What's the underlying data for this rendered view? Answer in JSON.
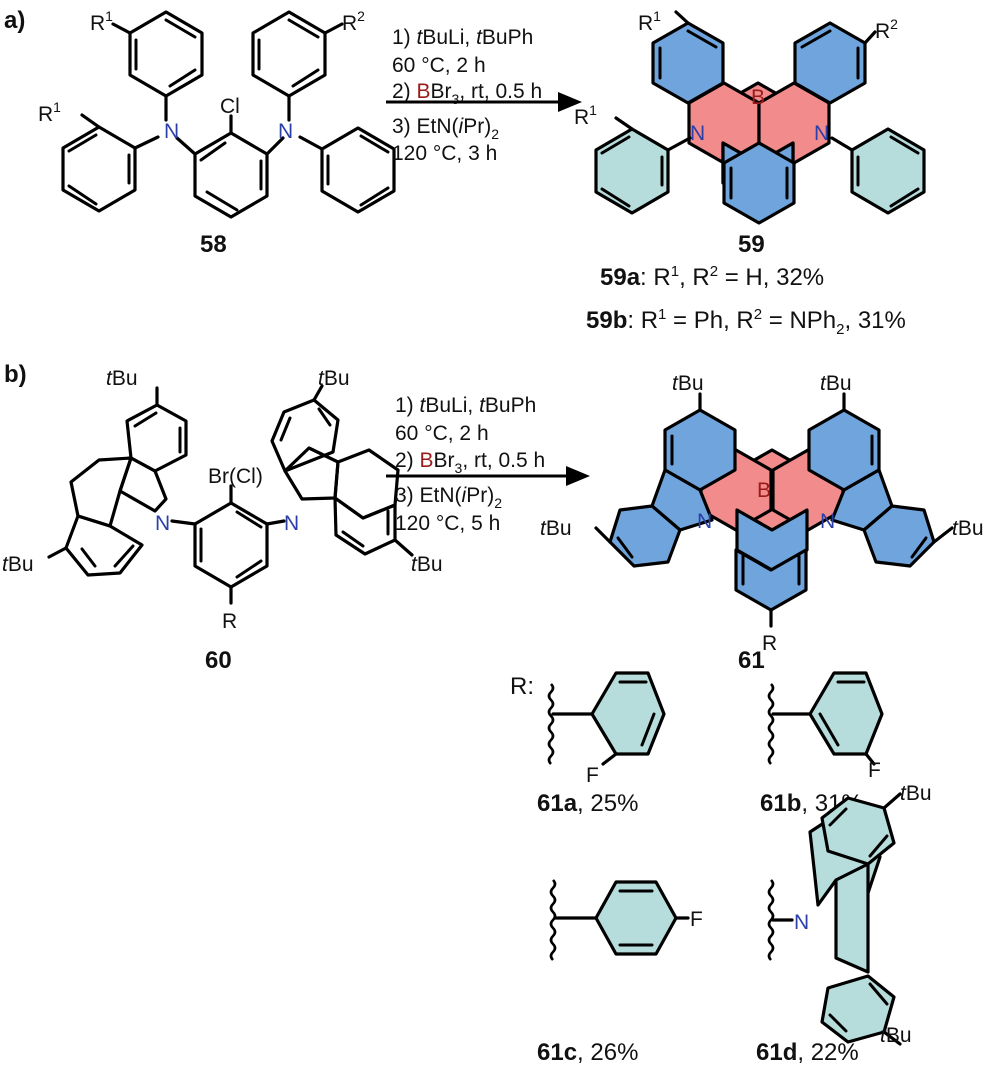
{
  "panel_a": {
    "label": "a)",
    "conditions": {
      "line1": "1) tBuLi, tBuPh",
      "line2": "60 °C, 2 h",
      "line3_prefix": "2) ",
      "line3_B": "B",
      "line3_rest": "Br3, rt, 0.5 h",
      "line4": "3) EtN(iPr)2",
      "line5": "120 °C, 3 h"
    },
    "reactant": {
      "id": "58",
      "Cl": "Cl",
      "R1": "R1",
      "R2": "R2",
      "N": "N"
    },
    "product": {
      "id": "59",
      "B": "B",
      "N": "N",
      "entries": [
        {
          "id": "59a",
          "text": ": R1, R2 = H, 32%"
        },
        {
          "id": "59b",
          "text": ": R1 = Ph, R2 = NPh2, 31%"
        }
      ]
    }
  },
  "panel_b": {
    "label": "b)",
    "conditions": {
      "line1": "1) tBuLi, tBuPh",
      "line2": "60 °C, 2 h",
      "line3_prefix": "2) ",
      "line3_B": "B",
      "line3_rest": "Br3, rt, 0.5 h",
      "line4": "3) EtN(iPr)2",
      "line5": "120 °C, 5 h"
    },
    "reactant": {
      "id": "60",
      "halogen": "Br(Cl)",
      "R": "R",
      "tBu": "tBu"
    },
    "product": {
      "id": "61",
      "R": "R",
      "tBu": "tBu"
    },
    "R_label": "R:",
    "R_groups": [
      {
        "id": "61a",
        "yield": ", 25%",
        "F": "F"
      },
      {
        "id": "61b",
        "yield": ", 31%",
        "F": "F"
      },
      {
        "id": "61c",
        "yield": ", 26%",
        "F": "F"
      },
      {
        "id": "61d",
        "yield": ", 22%",
        "tBu": "tBu"
      }
    ]
  }
}
